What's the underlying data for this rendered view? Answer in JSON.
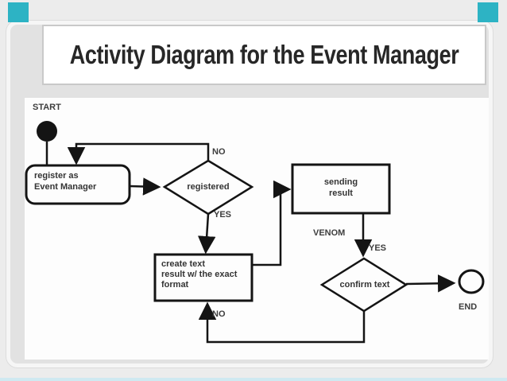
{
  "slide": {
    "title": "Activity Diagram for the Event Manager"
  },
  "accents": {
    "corner_square_color": "#2db3c4",
    "bottom_line_color": "#cfe9f1"
  },
  "diagram": {
    "start_label": "START",
    "end_label": "END",
    "no_top_label": "NO",
    "yes_mid_label": "YES",
    "venom_label": "VENOM",
    "yes_right_label": "YES",
    "no_bottom_label": "NO",
    "nodes": {
      "register": [
        "register as",
        "Event Manager"
      ],
      "registered": "registered",
      "create_text": [
        "create text",
        "result w/ the exact",
        "format"
      ],
      "sending": [
        "sending",
        "result"
      ],
      "confirm": "confirm text"
    }
  }
}
